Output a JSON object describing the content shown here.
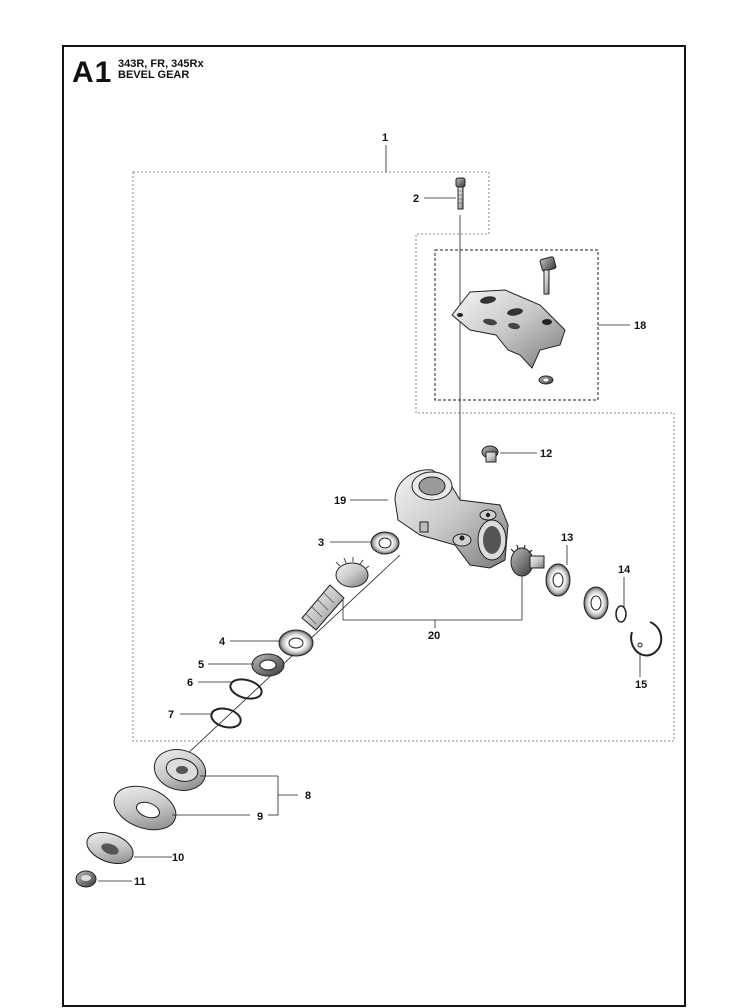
{
  "header": {
    "code": "A1",
    "models": "343R, FR, 345Rx",
    "title": "BEVEL GEAR"
  },
  "callouts": {
    "c1": "1",
    "c2": "2",
    "c3": "3",
    "c4": "4",
    "c5": "5",
    "c6": "6",
    "c7": "7",
    "c8": "8",
    "c9": "9",
    "c10": "10",
    "c11": "11",
    "c12": "12",
    "c13": "13",
    "c14": "14",
    "c15": "15",
    "c18": "18",
    "c19": "19",
    "c20": "20"
  }
}
